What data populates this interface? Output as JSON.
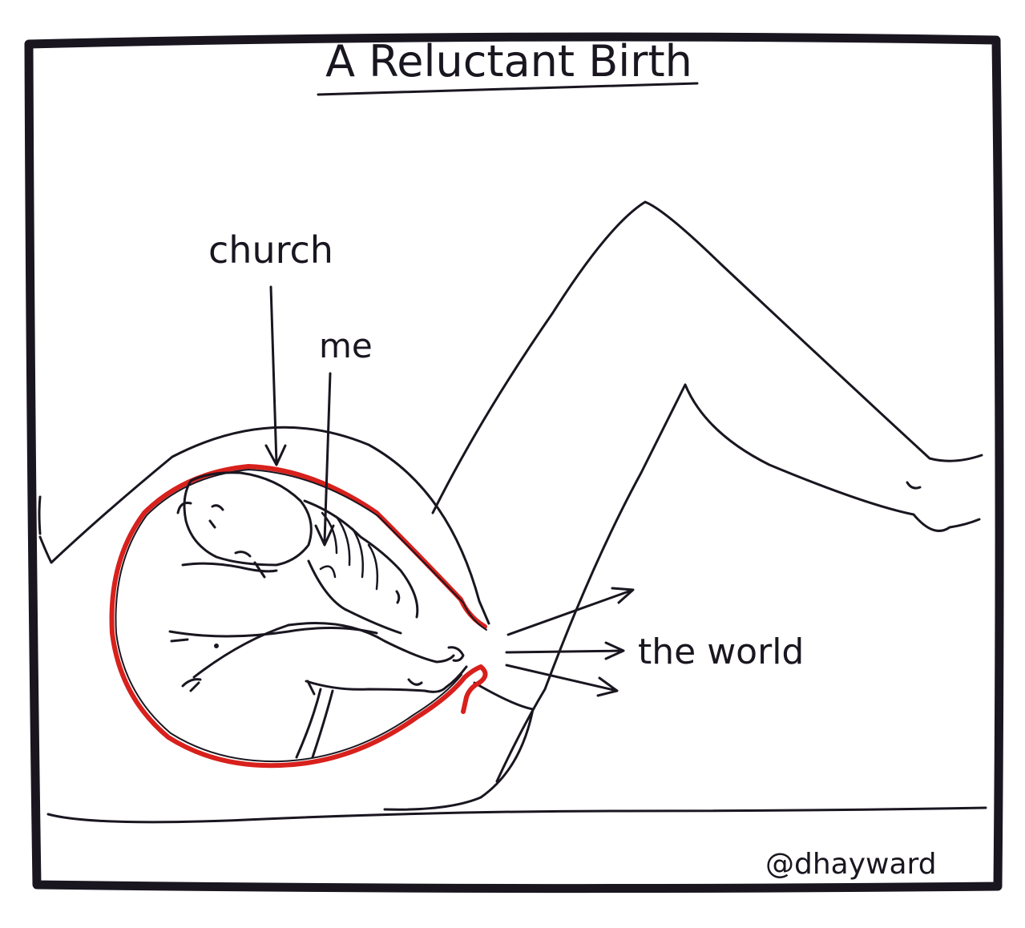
{
  "comic": {
    "title": "A Reluctant Birth",
    "labels": {
      "church": "church",
      "me": "me",
      "world": "the world"
    },
    "signature": "@dhayward",
    "colors": {
      "ink": "#1a1620",
      "womb_outline": "#d8201c",
      "paper": "#ffffff"
    }
  }
}
